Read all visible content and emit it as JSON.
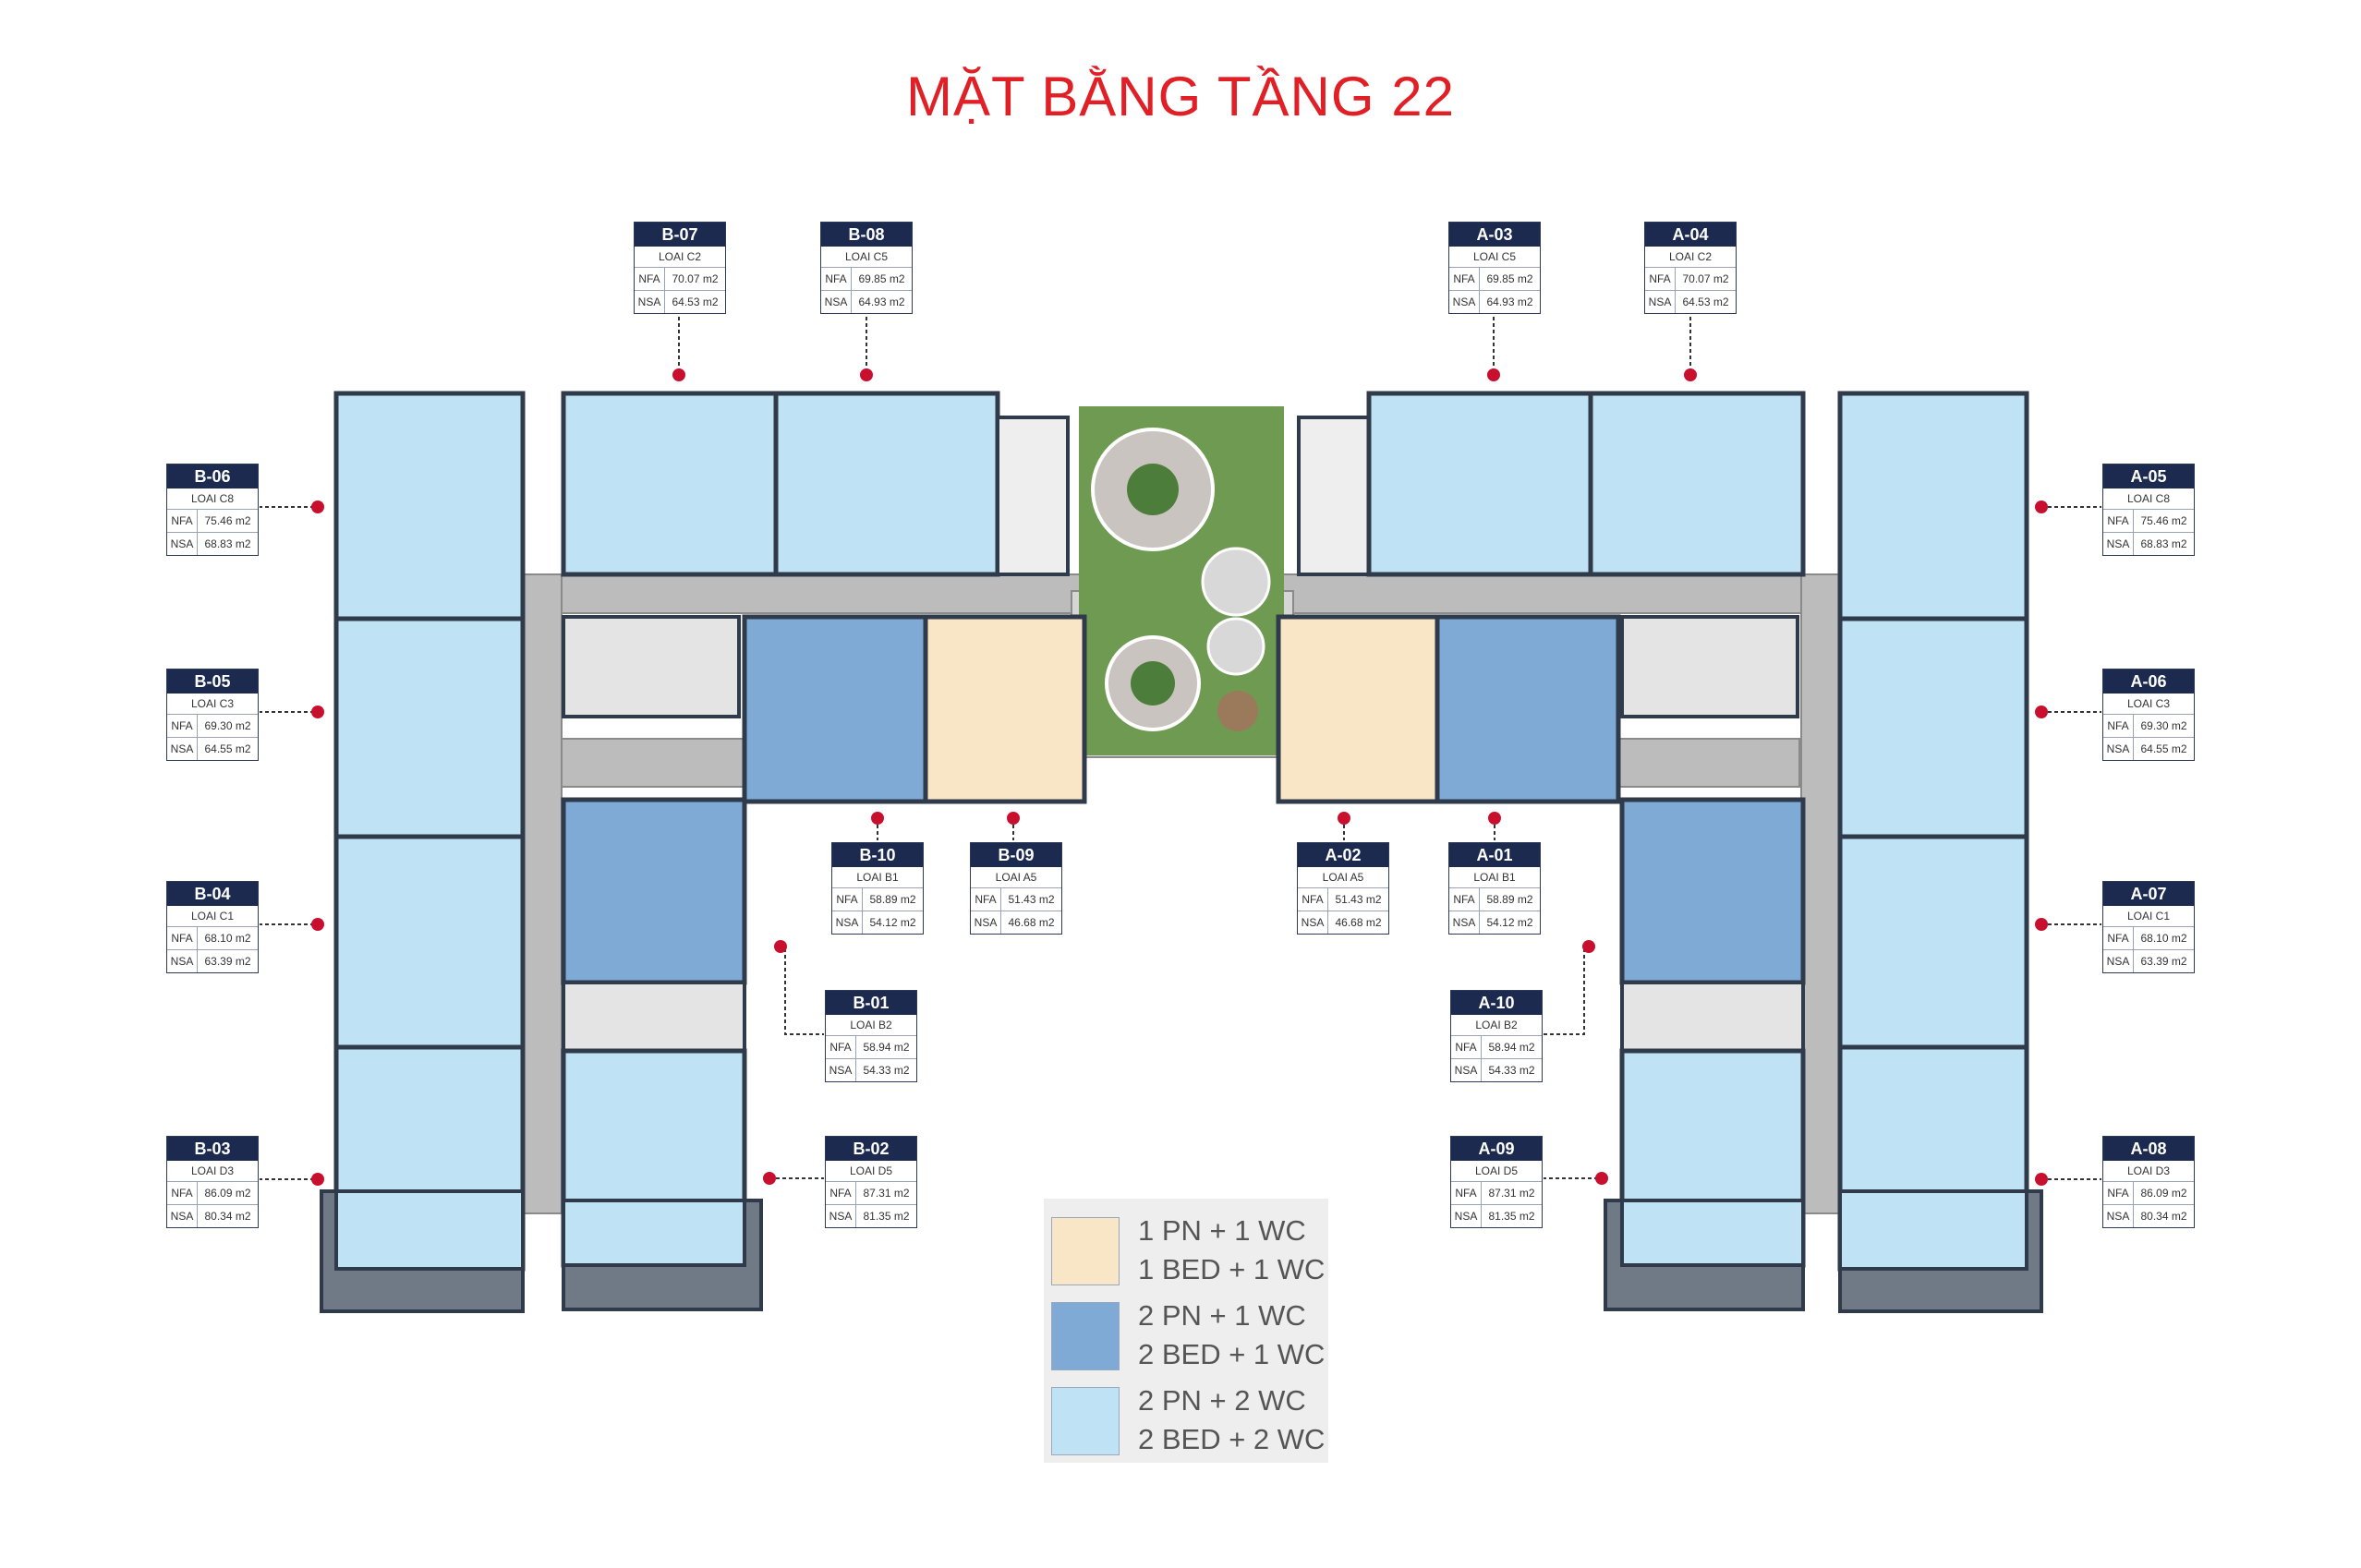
{
  "title": "MẶT BẰNG TẦNG 22",
  "colors": {
    "title": "#e02026",
    "one_bed_one_wc": "#f8e6c7",
    "two_bed_one_wc": "#7faad6",
    "two_bed_two_wc": "#bfe3f4",
    "corridor": "#bdbdbd",
    "tag_header": "#1b2a4e",
    "marker": "#c8102e"
  },
  "units": [
    {
      "code": "B-07",
      "type": "LOAI C2",
      "nfa_label": "NFA",
      "nfa": "70.07 m2",
      "nsa_label": "NSA",
      "nsa": "64.53 m2"
    },
    {
      "code": "B-08",
      "type": "LOAI C5",
      "nfa_label": "NFA",
      "nfa": "69.85 m2",
      "nsa_label": "NSA",
      "nsa": "64.93 m2"
    },
    {
      "code": "A-03",
      "type": "LOAI C5",
      "nfa_label": "NFA",
      "nfa": "69.85 m2",
      "nsa_label": "NSA",
      "nsa": "64.93 m2"
    },
    {
      "code": "A-04",
      "type": "LOAI C2",
      "nfa_label": "NFA",
      "nfa": "70.07 m2",
      "nsa_label": "NSA",
      "nsa": "64.53 m2"
    },
    {
      "code": "B-06",
      "type": "LOAI C8",
      "nfa_label": "NFA",
      "nfa": "75.46 m2",
      "nsa_label": "NSA",
      "nsa": "68.83 m2"
    },
    {
      "code": "A-05",
      "type": "LOAI C8",
      "nfa_label": "NFA",
      "nfa": "75.46 m2",
      "nsa_label": "NSA",
      "nsa": "68.83 m2"
    },
    {
      "code": "B-05",
      "type": "LOAI C3",
      "nfa_label": "NFA",
      "nfa": "69.30 m2",
      "nsa_label": "NSA",
      "nsa": "64.55 m2"
    },
    {
      "code": "A-06",
      "type": "LOAI C3",
      "nfa_label": "NFA",
      "nfa": "69.30 m2",
      "nsa_label": "NSA",
      "nsa": "64.55 m2"
    },
    {
      "code": "B-10",
      "type": "LOAI B1",
      "nfa_label": "NFA",
      "nfa": "58.89 m2",
      "nsa_label": "NSA",
      "nsa": "54.12 m2"
    },
    {
      "code": "B-09",
      "type": "LOAI A5",
      "nfa_label": "NFA",
      "nfa": "51.43 m2",
      "nsa_label": "NSA",
      "nsa": "46.68 m2"
    },
    {
      "code": "A-02",
      "type": "LOAI A5",
      "nfa_label": "NFA",
      "nfa": "51.43 m2",
      "nsa_label": "NSA",
      "nsa": "46.68 m2"
    },
    {
      "code": "A-01",
      "type": "LOAI B1",
      "nfa_label": "NFA",
      "nfa": "58.89 m2",
      "nsa_label": "NSA",
      "nsa": "54.12 m2"
    },
    {
      "code": "B-04",
      "type": "LOAI C1",
      "nfa_label": "NFA",
      "nfa": "68.10 m2",
      "nsa_label": "NSA",
      "nsa": "63.39 m2"
    },
    {
      "code": "A-07",
      "type": "LOAI C1",
      "nfa_label": "NFA",
      "nfa": "68.10 m2",
      "nsa_label": "NSA",
      "nsa": "63.39 m2"
    },
    {
      "code": "B-01",
      "type": "LOAI B2",
      "nfa_label": "NFA",
      "nfa": "58.94 m2",
      "nsa_label": "NSA",
      "nsa": "54.33 m2"
    },
    {
      "code": "A-10",
      "type": "LOAI B2",
      "nfa_label": "NFA",
      "nfa": "58.94 m2",
      "nsa_label": "NSA",
      "nsa": "54.33 m2"
    },
    {
      "code": "B-03",
      "type": "LOAI D3",
      "nfa_label": "NFA",
      "nfa": "86.09 m2",
      "nsa_label": "NSA",
      "nsa": "80.34 m2"
    },
    {
      "code": "B-02",
      "type": "LOAI D5",
      "nfa_label": "NFA",
      "nfa": "87.31 m2",
      "nsa_label": "NSA",
      "nsa": "81.35 m2"
    },
    {
      "code": "A-09",
      "type": "LOAI D5",
      "nfa_label": "NFA",
      "nfa": "87.31 m2",
      "nsa_label": "NSA",
      "nsa": "81.35 m2"
    },
    {
      "code": "A-08",
      "type": "LOAI D3",
      "nfa_label": "NFA",
      "nfa": "86.09 m2",
      "nsa_label": "NSA",
      "nsa": "80.34 m2"
    }
  ],
  "legend": [
    {
      "line1": "1 PN + 1 WC",
      "line2": "1 BED + 1 WC",
      "color": "#f8e6c7"
    },
    {
      "line1": "2 PN + 1 WC",
      "line2": "2 BED + 1 WC",
      "color": "#7faad6"
    },
    {
      "line1": "2 PN + 2 WC",
      "line2": "2 BED + 2 WC",
      "color": "#bfe3f4"
    }
  ]
}
